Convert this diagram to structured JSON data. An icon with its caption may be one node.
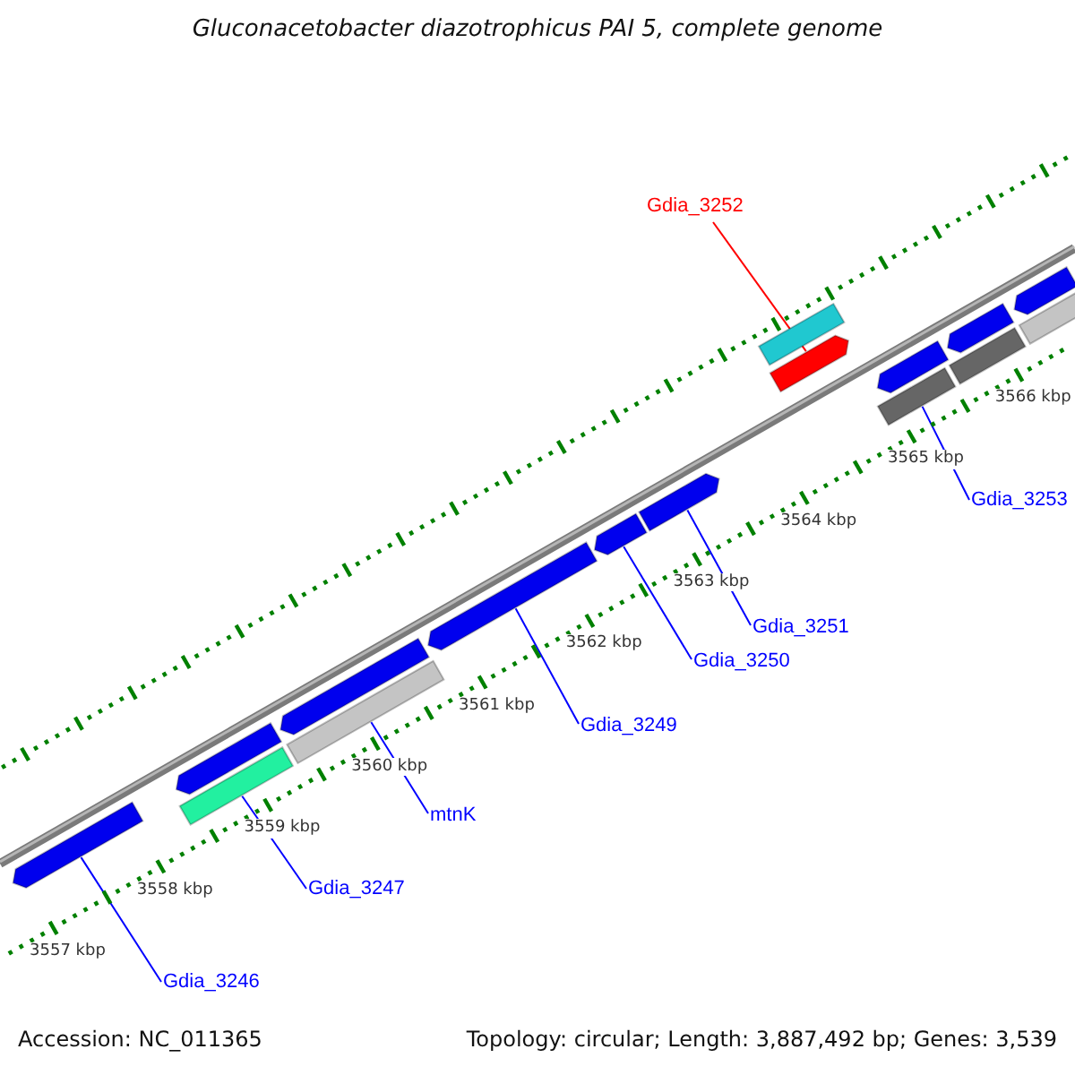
{
  "diagram": {
    "title": "Gluconacetobacter diazotrophicus PAI 5, complete genome",
    "nodes": [
      {
        "text": [
          "Gdia_3252"
        ]
      },
      {
        "text": [
          "Gdia_3253"
        ]
      },
      {
        "text": [
          "Gdia_3251"
        ]
      },
      {
        "text": [
          "Gdia_3250"
        ]
      },
      {
        "text": [
          "Gdia_3249"
        ]
      },
      {
        "text": [
          "mtnK"
        ]
      },
      {
        "text": [
          "Gdia_3247"
        ]
      },
      {
        "text": [
          "Gdia_3246"
        ]
      },
      {
        "text": [],
        "shape": "bar"
      },
      {
        "text": [],
        "shape": "bar"
      },
      {
        "text": [],
        "shape": "bar"
      },
      {
        "text": [],
        "shape": "bar"
      },
      {
        "text": [],
        "shape": "bar"
      },
      {
        "text": [],
        "shape": "bar"
      },
      {
        "text": [],
        "shape": "bar"
      },
      {
        "text": [],
        "shape": "bar"
      },
      {
        "text": [],
        "shape": "bar"
      },
      {
        "text": [],
        "shape": "bar"
      },
      {
        "text": [],
        "shape": "bar"
      },
      {
        "text": [],
        "shape": "bar"
      },
      {
        "text": [],
        "shape": "bar"
      },
      {
        "text": [],
        "shape": "bar"
      },
      {
        "text": [],
        "shape": "bar"
      },
      {
        "text": [],
        "shape": "bar"
      }
    ],
    "edges": [
      {
        "from": 0,
        "to": 16,
        "arrow": "none",
        "color": "#ff0000"
      },
      {
        "from": 1,
        "to": 18,
        "arrow": "none"
      },
      {
        "from": 2,
        "to": 15,
        "arrow": "none"
      },
      {
        "from": 3,
        "to": 14,
        "arrow": "none"
      },
      {
        "from": 4,
        "to": 13,
        "arrow": "none"
      },
      {
        "from": 5,
        "to": 11,
        "arrow": "none"
      },
      {
        "from": 6,
        "to": 9,
        "arrow": "none"
      },
      {
        "from": 7,
        "to": 8,
        "arrow": "none"
      }
    ],
    "labels": [
      "3566 kbp",
      "3565 kbp",
      "3564 kbp",
      "3563 kbp",
      "3562 kbp",
      "3561 kbp",
      "3560 kbp",
      "3559 kbp",
      "3558 kbp",
      "3557 kbp",
      "Accession: NC_011365",
      "Topology: circular; Length: 3,887,492 bp; Genes: 3,539"
    ]
  }
}
